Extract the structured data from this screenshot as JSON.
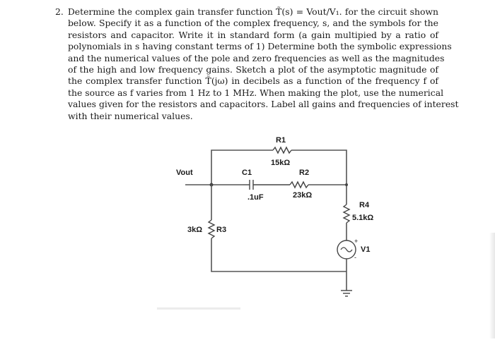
{
  "problem": {
    "number": "2.",
    "lines": [
      "Determine the complex gain transfer function T̃(s) = Vout/V₁. for the circuit shown",
      "below. Specify it as a function of the complex frequency, s, and the symbols for the",
      "resistors and capacitor.  Write it in standard form (a gain multipied by a ratio of",
      "polynomials in s having constant terms of 1) Determine both the symbolic expressions",
      "and the numerical values of the pole and zero frequencies as well as the magnitudes",
      "of the high and low frequency gains.  Sketch a plot of the asymptotic magnitude of",
      "the complex transfer function T̃(jω) in decibels as a function of the frequency f of",
      "the source as f varies from 1 Hz to 1 MHz. When making the plot, use the numerical",
      "values given for the resistors and capacitors. Label all gains and frequencies of interest",
      "with their numerical values."
    ]
  },
  "circuit": {
    "vout_label": "Vout",
    "c1_name": "C1",
    "c1_value": ".1uF",
    "r1_name": "R1",
    "r1_value": "15kΩ",
    "r2_name": "R2",
    "r2_value": "23kΩ",
    "r3_name": "R3",
    "r3_value": "3kΩ",
    "r4_name": "R4",
    "r4_value": "5.1kΩ",
    "v1_name": "V1",
    "source_plus": "+",
    "source_minus": "-"
  }
}
